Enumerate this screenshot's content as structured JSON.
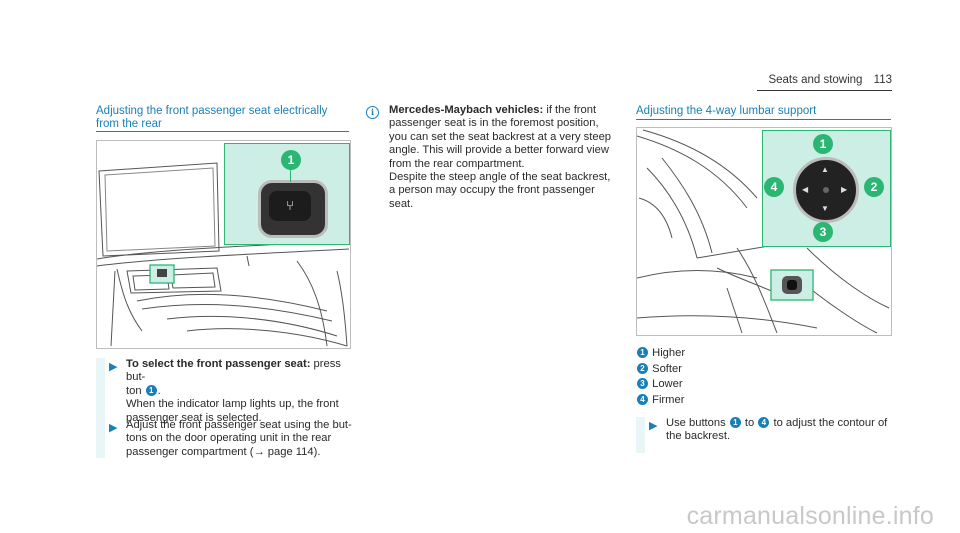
{
  "header": {
    "section": "Seats and stowing",
    "page_number": "113"
  },
  "left": {
    "title_line1": "Adjusting the front passenger seat electrically",
    "title_line2": "from the rear",
    "step1": {
      "bold": "To select the front passenger seat:",
      "text_a": " press but-",
      "text_b": "ton ",
      "marker": "1",
      "text_c": ".",
      "text_d": "When the indicator lamp lights up, the front",
      "text_e": "passenger seat is selected."
    },
    "step2": {
      "line1": "Adjust the front passenger seat using the but-",
      "line2": "tons on the door operating unit in the rear",
      "line3": "passenger compartment (",
      "link_arrow": "→",
      "link_page": " page 114)."
    }
  },
  "middle": {
    "info_icon": "i",
    "bold": "Mercedes-Maybach vehicles:",
    "line1": " if the front",
    "line2": "passenger seat is in the foremost position,",
    "line3": "you can set the seat backrest at a very steep",
    "line4": "angle. This will provide a better forward view",
    "line5": "from the rear compartment.",
    "line6": "Despite the steep angle of the seat backrest,",
    "line7": "a person may occupy the front passenger",
    "line8": "seat."
  },
  "right": {
    "title": "Adjusting the 4-way lumbar support",
    "legend": [
      {
        "num": "1",
        "label": "Higher"
      },
      {
        "num": "2",
        "label": "Softer"
      },
      {
        "num": "3",
        "label": "Lower"
      },
      {
        "num": "4",
        "label": "Firmer"
      }
    ],
    "step": {
      "text_a": "Use buttons ",
      "num_a": "1",
      "text_b": " to ",
      "num_b": "4",
      "text_c": " to adjust the contour of",
      "line2": "the backrest."
    }
  },
  "figure_left_callout": "1",
  "figure_right_callouts": [
    "1",
    "2",
    "3",
    "4"
  ],
  "colors": {
    "accent": "#1a7fb6",
    "inset_bg": "#cdeee4",
    "inset_border": "#2bb673",
    "bar": "#e8f6f8"
  },
  "icons": {
    "step_arrow": "play-arrow-icon",
    "info": "info-icon"
  },
  "watermark": "carmanualsonline.info"
}
